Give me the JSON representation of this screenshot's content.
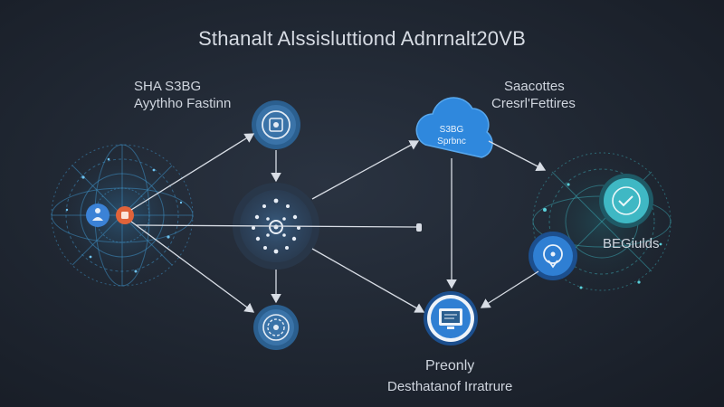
{
  "title": "Sthanalt Alssisluttiond Adnrnalt20VB",
  "left_label": {
    "line1": "SHA S3BG",
    "line2": "Ayythho Fastinn"
  },
  "cloud": {
    "line1": "S3BG",
    "line2": "Sprbnc"
  },
  "cloud_label": {
    "line1": "Saacottes",
    "line2": "Cresrl'Fettires"
  },
  "right_label": "BEGiulds",
  "bottom_label": {
    "line1": "Preonly",
    "line2": "Desthatanof Irratrure"
  },
  "colors": {
    "background": "#1f2631",
    "accent_blue": "#3b82d6",
    "node_fill": "#2b6cb0",
    "teal": "#3fb8c4",
    "orange": "#e0633a",
    "arrow": "#d8dde5"
  }
}
